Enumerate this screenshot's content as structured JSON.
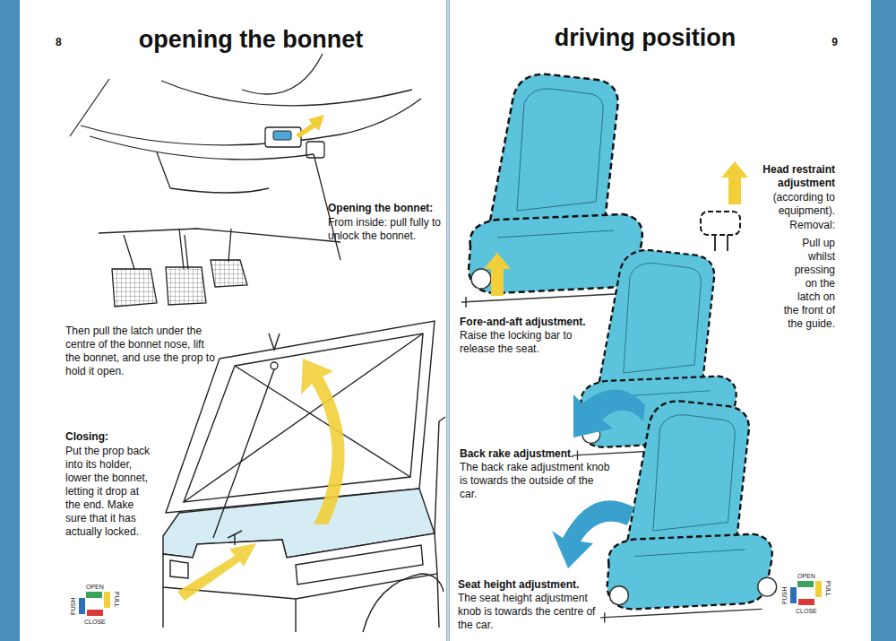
{
  "diagram": {
    "labels": [
      "8",
      "opening the bonnet",
      "Opening the bonnet:",
      "From inside: pull fully to unlock the bonnet.",
      "Then pull the latch under the centre of the bonnet nose, lift the bonnet, and use the prop to hold it open.",
      "Closing:",
      "Put the prop back into its holder, lower the bonnet, letting it drop at the end. Make sure that it has actually locked.",
      "driving position",
      "9",
      "Head restraint adjustment",
      "(according to equipment).",
      "Removal:",
      "Pull up whilst pressing on the latch on the front of the guide.",
      "Fore-and-aft adjustment.",
      "Raise the locking bar to release the seat.",
      "Back rake adjustment.",
      "The back rake adjustment knob is towards the outside of the car.",
      "Seat height adjustment.",
      "The seat height adjustment knob is towards the centre of the car."
    ],
    "legend": [
      {
        "text": "OPEN",
        "color": "#3aa55a"
      },
      {
        "text": "PULL",
        "color": "#f2cf3a"
      },
      {
        "text": "PUSH",
        "color": "#2f6fb5"
      },
      {
        "text": "CLOSE",
        "color": "#d83a3a"
      },
      {
        "text": "OPEN",
        "color": "#3aa55a"
      },
      {
        "text": "PULL",
        "color": "#f2cf3a"
      },
      {
        "text": "PUSH",
        "color": "#2f6fb5"
      },
      {
        "text": "CLOSE",
        "color": "#d83a3a"
      }
    ]
  }
}
